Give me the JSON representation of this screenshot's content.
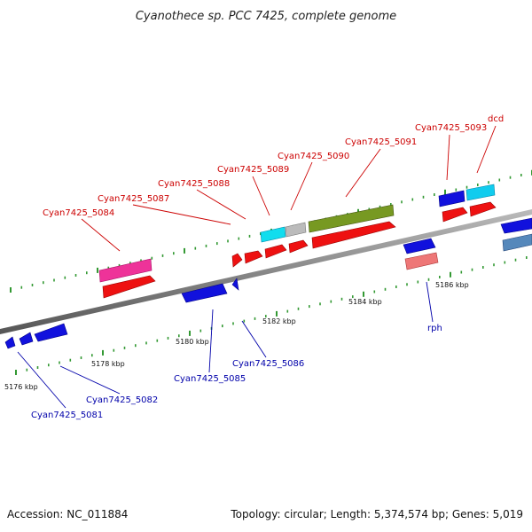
{
  "title": "Cyanothece sp. PCC 7425, complete genome",
  "accession": "Accession: NC_011884",
  "topology": "Topology: circular; Length: 5,374,574 bp; Genes: 5,019",
  "colors": {
    "forward_label": "#cc0000",
    "reverse_label": "#0000aa",
    "backbone": "#888888",
    "tick_forward": "#339933",
    "tick_reverse": "#339933"
  },
  "scale_labels": [
    "5176 kbp",
    "5178 kbp",
    "5180 kbp",
    "5182 kbp",
    "5184 kbp",
    "5186 kbp"
  ],
  "gene_labels": {
    "g5081": "Cyan7425_5081",
    "g5082": "Cyan7425_5082",
    "g5084": "Cyan7425_5084",
    "g5085": "Cyan7425_5085",
    "g5086": "Cyan7425_5086",
    "g5087": "Cyan7425_5087",
    "g5088": "Cyan7425_5088",
    "g5089": "Cyan7425_5089",
    "g5090": "Cyan7425_5090",
    "g5091": "Cyan7425_5091",
    "g5093": "Cyan7425_5093",
    "dcd": "dcd",
    "rph": "rph"
  },
  "feature_colors": {
    "cds_forward": "#ee1111",
    "cds_reverse": "#1111dd",
    "pink": "#ee3399",
    "cyan": "#11ddee",
    "grey": "#bbbbbb",
    "olive": "#779922",
    "salmon": "#ee7777",
    "steel": "#5588bb"
  }
}
